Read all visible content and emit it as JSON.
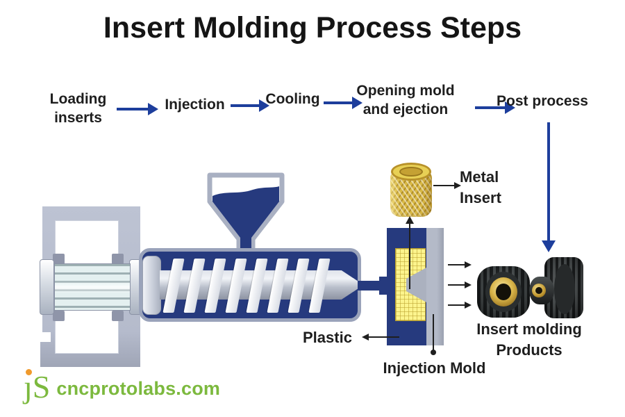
{
  "title": "Insert Molding Process Steps",
  "flow": {
    "steps": [
      {
        "line1": "Loading",
        "line2": "inserts"
      },
      {
        "line1": "Injection",
        "line2": ""
      },
      {
        "line1": "Cooling",
        "line2": ""
      },
      {
        "line1": "Opening mold",
        "line2": "and ejection"
      },
      {
        "line1": "Post process",
        "line2": ""
      }
    ]
  },
  "machine_labels": {
    "metal_insert_line1": "Metal",
    "metal_insert_line2": "Insert",
    "plastic": "Plastic",
    "injection_mold": "Injection Mold",
    "products_line1": "Insert molding",
    "products_line2": "Products"
  },
  "footer": {
    "logo_mark": "ȷS",
    "site": "cncprotolabs.com"
  },
  "colors": {
    "machine_navy": "#263a7e",
    "flow_arrow_blue": "#1d3e9c",
    "frame_gray": "#b6bccd",
    "barrel_outline_gray": "#9aa3ba",
    "insert_gold": "#dfc04a",
    "cavity_yellow": "#fcf48d",
    "label_text": "#1f1f1f",
    "logo_green": "#7cb93e",
    "logo_dot_orange": "#f09a2d",
    "background": "#ffffff"
  }
}
